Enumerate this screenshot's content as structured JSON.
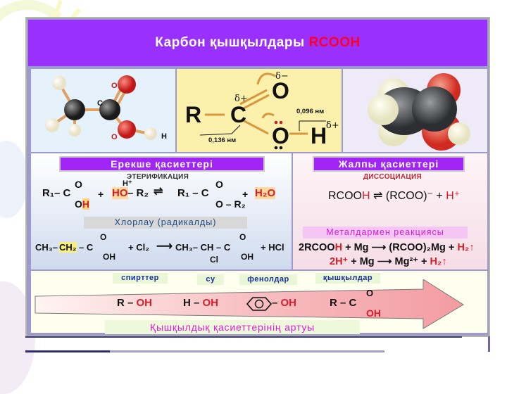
{
  "title": {
    "text": "Карбон қышқылдары ",
    "formula": "RCOOH",
    "colors": {
      "bar": "#9a30fb",
      "text": "#ffffff",
      "formula": "#ff0022"
    }
  },
  "structure_panels": {
    "ball_stick": {
      "atom_labels": [
        "O",
        "C",
        "O",
        "H"
      ]
    },
    "polarization": {
      "atoms": [
        "R",
        "C",
        "O",
        "Ö",
        "H"
      ],
      "charges": {
        "c": "δ+",
        "o_top": "δ−",
        "h": "δ+"
      },
      "bond_lengths": {
        "c_o": "0,136 нм",
        "o_h": "0,096 нм"
      }
    },
    "space_filling": {
      "description": "space-filling model"
    }
  },
  "special_properties": {
    "heading": "Ерекше қасиеттері",
    "esterification": {
      "title": "ЭТЕРИФИКАЦИЯ",
      "catalyst": "H⁺",
      "reactant1": "R₁– C",
      "r1_o": "O",
      "r1_oh": "OH",
      "plus1": "+",
      "reactant2_ho": "HO",
      "reactant2_r": " – R₂",
      "product1": "R₁ – C",
      "p1_o": "O",
      "p1_or": "O – R₂",
      "plus2": "+",
      "product2": "H₂O"
    },
    "chlorination": {
      "label": "Хлорлау (радикалды)",
      "reactant_a": "CH₃–",
      "reactant_b": "CH₂",
      "reactant_c": "– C",
      "r_o": "O",
      "r_oh": "OH",
      "plus_cl2": "+ Cl₂",
      "product_a": "CH₃– CH – C",
      "p_o": "O",
      "p_cl": "Cl",
      "p_oh": "OH",
      "plus_hcl": "+ HCl"
    }
  },
  "general_properties": {
    "heading": "Жалпы қасиеттері",
    "dissociation": {
      "title": "ДИССОЦИАЦИЯ",
      "left": "RCOO",
      "left_h": "H",
      "right": "(RCOO)⁻ + ",
      "right_h": "H⁺"
    },
    "metal_reaction": {
      "label": "Металдармен реакциясы",
      "eq1_a": "2RCOO",
      "eq1_h": "H",
      "eq1_b": " + Mg ⟶ (RCOO)₂Mg + ",
      "eq1_h2": "H₂↑",
      "eq2_a": "2H⁺",
      "eq2_b": " + Mg ⟶ Mg²⁺ + ",
      "eq2_h2": "H₂↑"
    }
  },
  "acidity_series": {
    "tags": [
      "спирттер",
      "су",
      "фенолдар",
      "қышқылдар"
    ],
    "compounds": [
      {
        "prefix": "R – ",
        "group": "OH"
      },
      {
        "prefix": "H – ",
        "group": "OH"
      },
      {
        "prefix": " – ",
        "group": "OH"
      },
      {
        "prefix": "R – C",
        "o": "O",
        "group": "OH"
      }
    ],
    "increase_label": "Қышқылдық қасиеттерінің артуы",
    "colors": {
      "arrow": "#f4a3a8",
      "tag_text": "#1b2fa0",
      "label_text": "#e01bd6"
    }
  }
}
